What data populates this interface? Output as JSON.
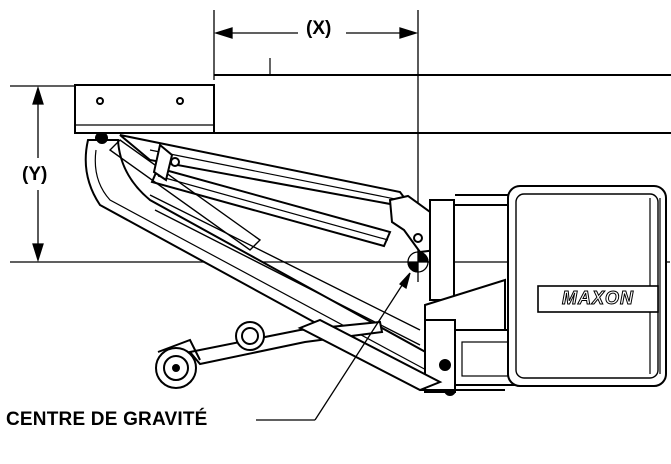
{
  "labels": {
    "x_dimension": "(X)",
    "y_dimension": "(Y)",
    "center_of_gravity": "CENTRE DE GRAVITÉ"
  },
  "logo": {
    "brand": "MAXON"
  },
  "icons": {
    "center_of_gravity_marker": "cg-crosshair-icon"
  },
  "colors": {
    "line": "#000000",
    "background": "#ffffff"
  }
}
